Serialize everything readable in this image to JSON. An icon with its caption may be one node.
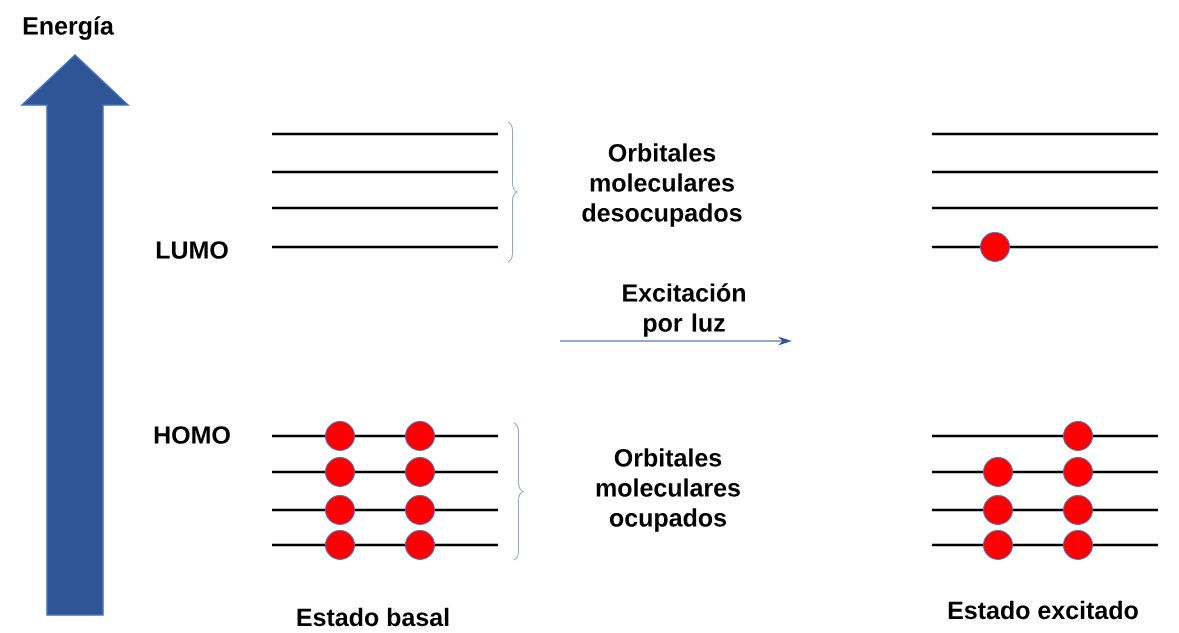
{
  "diagram": {
    "nodes": [
      {
        "text": [
          "Estado basal"
        ]
      },
      {
        "text": [
          "Estado excitado"
        ]
      }
    ],
    "labels": [
      "Energía",
      "LUMO",
      "Orbitales moleculares desocupados",
      "Excitación por luz",
      "HOMO",
      "Orbitales moleculares ocupados"
    ]
  }
}
